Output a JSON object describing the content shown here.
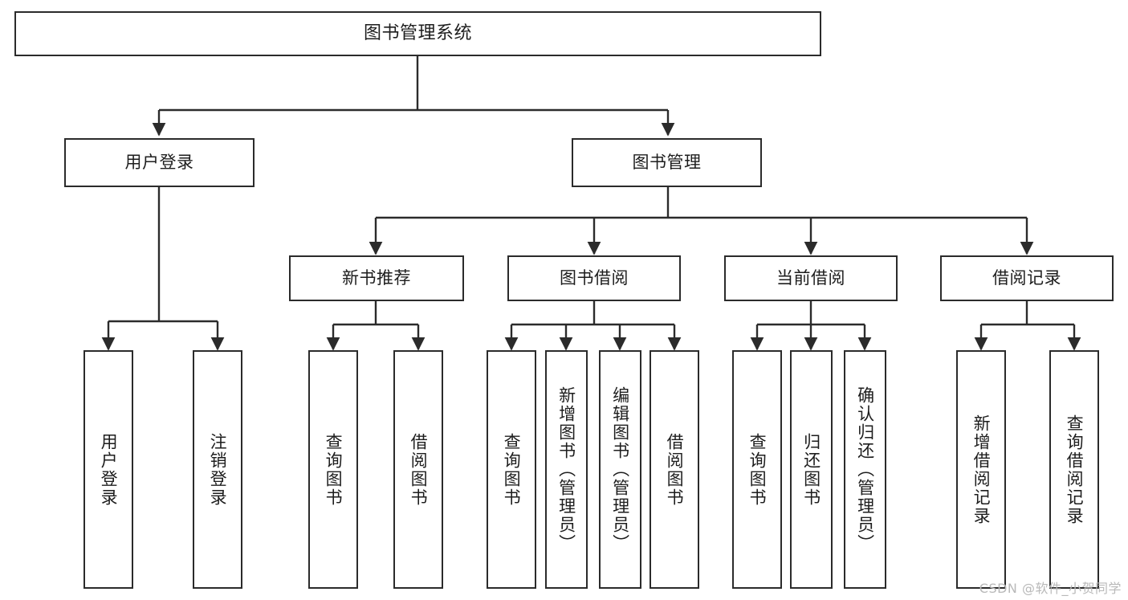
{
  "diagram": {
    "type": "tree",
    "title": "图书管理系统",
    "watermark": "CSDN @软件_小贺同学",
    "colors": {
      "stroke": "#2b2b2b",
      "fill": "#ffffff",
      "text": "#1d1d1d",
      "watermark": "#b9b9b9"
    },
    "nodes": {
      "root": {
        "label": "图书管理系统"
      },
      "level2": [
        {
          "id": "user-login",
          "label": "用户登录"
        },
        {
          "id": "book-manage",
          "label": "图书管理"
        }
      ],
      "level3": [
        {
          "id": "new-book-recommend",
          "label": "新书推荐"
        },
        {
          "id": "book-borrow",
          "label": "图书借阅"
        },
        {
          "id": "current-borrow",
          "label": "当前借阅"
        },
        {
          "id": "borrow-record",
          "label": "借阅记录"
        }
      ],
      "leaves": {
        "user-login": [
          {
            "id": "leaf-user-login",
            "label": "用户登录"
          },
          {
            "id": "leaf-logout",
            "label": "注销登录"
          }
        ],
        "new-book-recommend": [
          {
            "id": "leaf-query-book-1",
            "label": "查询图书"
          },
          {
            "id": "leaf-borrow-book-1",
            "label": "借阅图书"
          }
        ],
        "book-borrow": [
          {
            "id": "leaf-query-book-2",
            "label": "查询图书"
          },
          {
            "id": "leaf-add-book",
            "label": "新增图书（管理员）"
          },
          {
            "id": "leaf-edit-book",
            "label": "编辑图书（管理员）"
          },
          {
            "id": "leaf-borrow-book-2",
            "label": "借阅图书"
          }
        ],
        "current-borrow": [
          {
            "id": "leaf-query-book-3",
            "label": "查询图书"
          },
          {
            "id": "leaf-return-book",
            "label": "归还图书"
          },
          {
            "id": "leaf-confirm-return",
            "label": "确认归还（管理员）"
          }
        ],
        "borrow-record": [
          {
            "id": "leaf-add-record",
            "label": "新增借阅记录"
          },
          {
            "id": "leaf-query-record",
            "label": "查询借阅记录"
          }
        ]
      }
    }
  }
}
